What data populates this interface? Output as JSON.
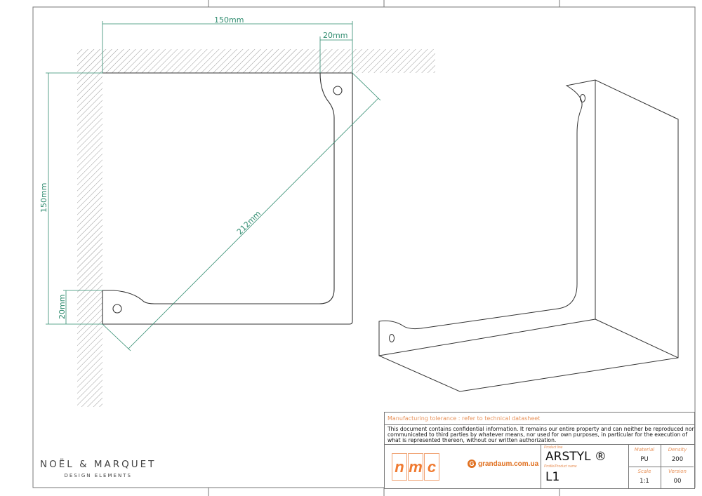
{
  "drawing": {
    "dimensions": {
      "width_overall": "150mm",
      "flange_width_top": "20mm",
      "height_overall": "150mm",
      "flange_width_left": "20mm",
      "diagonal": "212mm"
    }
  },
  "brand": {
    "name": "NOËL & MARQUET",
    "tagline": "DESIGN ELEMENTS"
  },
  "title_block": {
    "tolerance_note": "Manufacturing tolerance : refer to technical datasheet",
    "confidentiality": "This document contains confidential information. It remains our entire property and can neither be reproduced nor communicated to third parties by whatever means, nor used for own purposes, in particular for the execution of what is represented thereon, without our written authorization.",
    "logo_letters": [
      "n",
      "m",
      "c"
    ],
    "website": "grandaum.com.ua",
    "product_line_label": "Product line",
    "product_line": "ARSTYL ®",
    "product_name_label": "Profile/Product name",
    "product_name": "L1",
    "material_label": "Material",
    "material": "PU",
    "density_label": "Density",
    "density": "200",
    "scale_label": "Scale",
    "scale": "1:1",
    "version_label": "Version",
    "version": "00"
  },
  "colors": {
    "dimension": "#2e8b6e",
    "accent": "#e8925a",
    "line": "#333333"
  }
}
